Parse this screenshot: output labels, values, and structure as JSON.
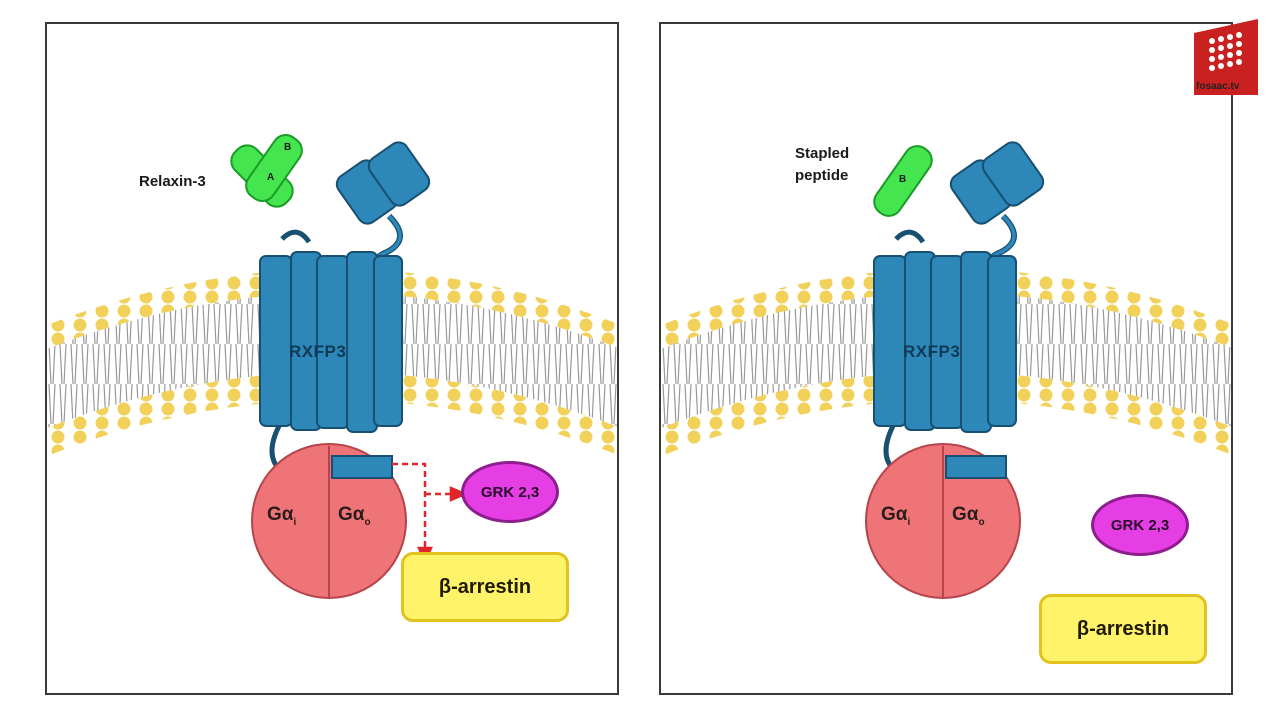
{
  "panels": [
    {
      "ligand_label": "Relaxin-3",
      "ligand_chain_letters": [
        "B",
        "A"
      ],
      "receptor_label": "RXFP3",
      "g_proteins": [
        {
          "main": "Gα",
          "sub": "i"
        },
        {
          "main": "Gα",
          "sub": "o"
        }
      ],
      "grk_label": "GRK 2,3",
      "arrestin_label": "β-arrestin",
      "signaling_arrows": true
    },
    {
      "ligand_label_lines": [
        "Stapled",
        "peptide"
      ],
      "ligand_chain_letter": "B",
      "receptor_label": "RXFP3",
      "g_proteins": [
        {
          "main": "Gα",
          "sub": "i"
        },
        {
          "main": "Gα",
          "sub": "o"
        }
      ],
      "grk_label": "GRK 2,3",
      "arrestin_label": "β-arrestin",
      "signaling_arrows": false
    }
  ],
  "logo": {
    "text": "fosaac.tv",
    "color": "#c8211f"
  },
  "colors": {
    "receptor": "#2d87b8",
    "membrane_head": "#f2d15a",
    "ligand": "#45e54f",
    "g_protein": "#ee7478",
    "grk": "#e43ee4",
    "arrestin": "#fff36a",
    "arrow": "#e0262a"
  }
}
